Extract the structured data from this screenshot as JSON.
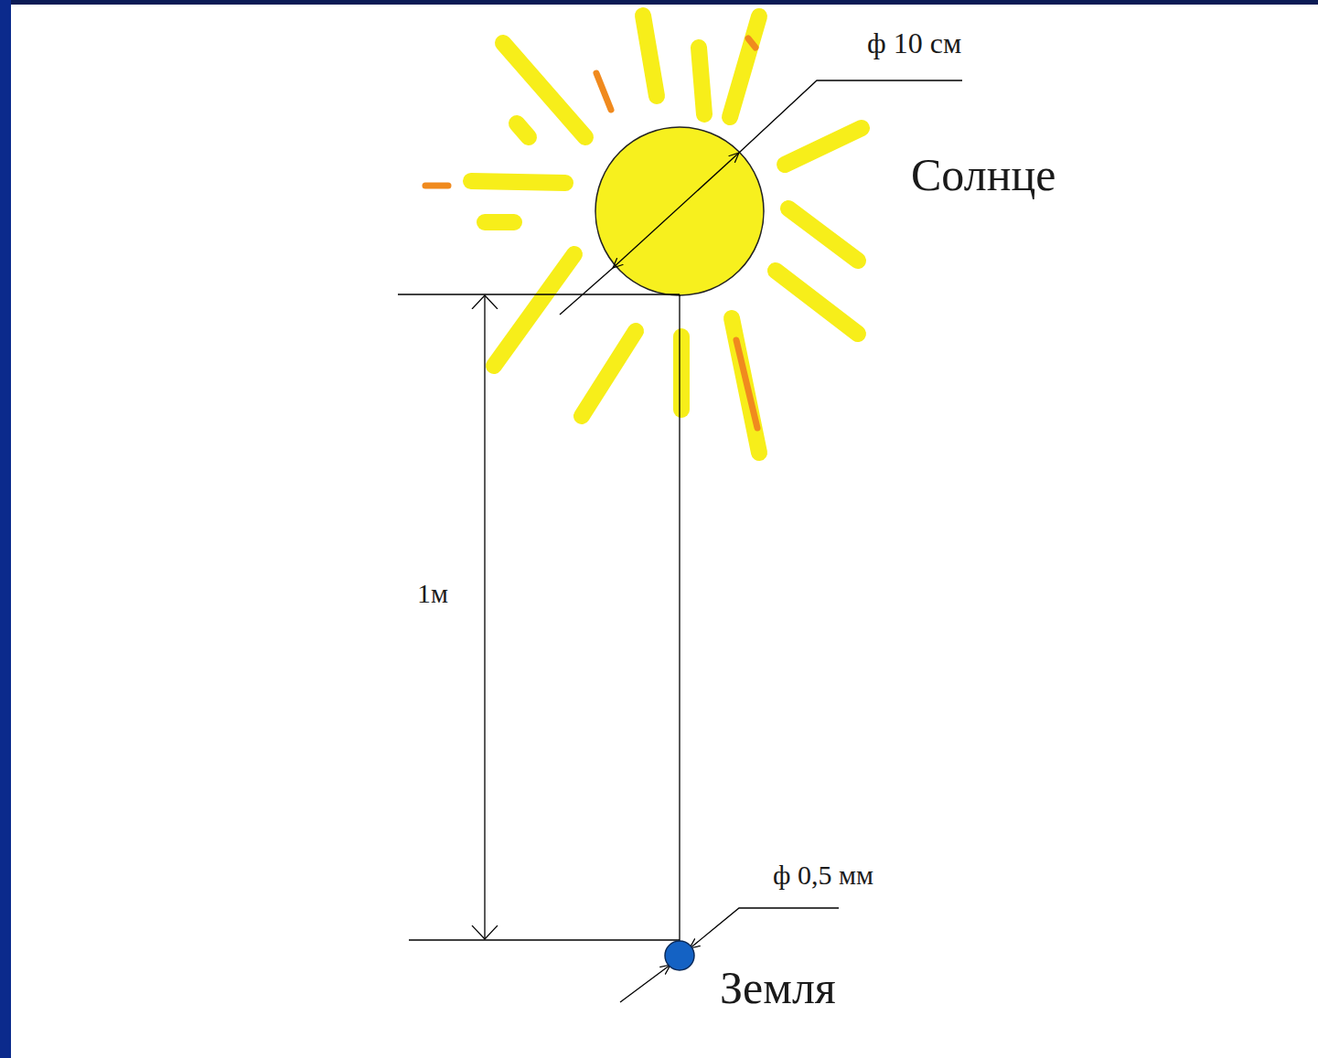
{
  "diagram": {
    "labels": [
      "ф 10 см",
      "Солнце",
      "1м",
      "ф 0,5 мм",
      "Земля"
    ]
  }
}
